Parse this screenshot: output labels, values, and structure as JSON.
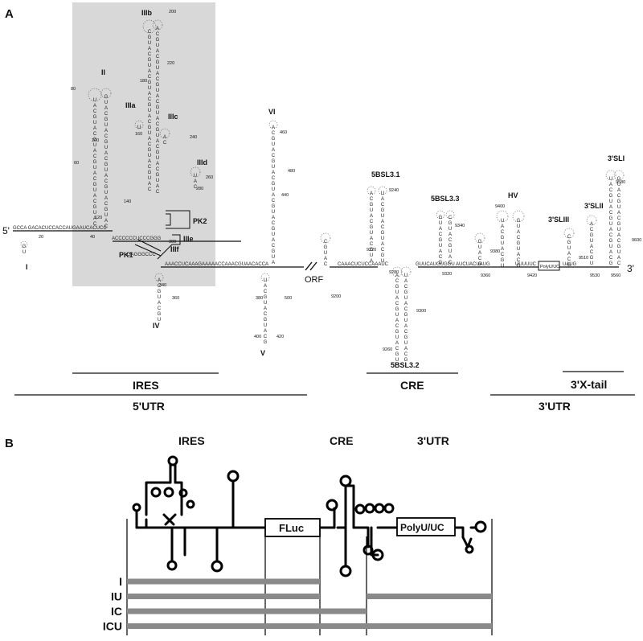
{
  "panel_a": {
    "letter": "A",
    "end5": "5'",
    "end3": "3'",
    "orf": "ORF",
    "domains": {
      "I": "I",
      "II": "II",
      "IIIa": "IIIa",
      "IIIb": "IIIb",
      "IIIc": "IIIc",
      "IIId": "IIId",
      "IIIe": "IIIe",
      "IIIf": "IIIf",
      "IV": "IV",
      "V": "V",
      "VI": "VI",
      "PK1": "PK1",
      "PK2": "PK2",
      "5BSL3.1": "5BSL3.1",
      "5BSL3.2": "5BSL3.2",
      "5BSL3.3": "5BSL3.3",
      "HV": "HV",
      "3SLI": "3'SLI",
      "3SLII": "3'SLII",
      "3SLIII": "3'SLIII",
      "polyu": "PolyU/UC"
    },
    "seq": {
      "utr5": "GCCA GACACUCCACCAUGAAUCACUCC",
      "linker1": "ACCCCCCUCCCGGG",
      "linker2": "GAGGGCCC",
      "iv_stem": "AAACCUCAAAGAAAAACCAAACGUAACACCA",
      "cre_linker": "CAAACUCUCCAAAUC",
      "gucu": "GUUCAUGUGGU AUCUACUAUG",
      "uuuuc": "UUUUUC",
      "tail3": "UAUG"
    },
    "numbers": [
      "20",
      "40",
      "60",
      "80",
      "100",
      "120",
      "140",
      "160",
      "180",
      "200",
      "220",
      "240",
      "260",
      "280",
      "300",
      "340",
      "360",
      "380",
      "400",
      "420",
      "440",
      "460",
      "480",
      "500",
      "9200",
      "9220",
      "9240",
      "9260",
      "9280",
      "9300",
      "9320",
      "9340",
      "9360",
      "9380",
      "9400",
      "9420",
      "9510",
      "9530",
      "9560",
      "9580",
      "9600"
    ],
    "tracks": {
      "ires": "IRES",
      "utr5": "5'UTR",
      "cre": "CRE",
      "xtail": "3'X-tail",
      "utr3": "3'UTR"
    }
  },
  "panel_b": {
    "letter": "B",
    "headers": {
      "ires": "IRES",
      "cre": "CRE",
      "utr3": "3'UTR"
    },
    "boxes": {
      "fluc": "FLuc",
      "polyu": "PolyU/UC"
    },
    "constructs": [
      {
        "name": "I",
        "segments": [
          "5'UTR",
          "FLuc"
        ]
      },
      {
        "name": "IU",
        "segments": [
          "5'UTR",
          "FLuc",
          "3'UTR"
        ]
      },
      {
        "name": "IC",
        "segments": [
          "5'UTR",
          "FLuc",
          "CRE"
        ]
      },
      {
        "name": "ICU",
        "segments": [
          "5'UTR",
          "FLuc",
          "CRE",
          "3'UTR"
        ]
      }
    ],
    "colors": {
      "construct_bar": "#8a8a8a",
      "ires_highlight": "#d8d8d8"
    }
  }
}
